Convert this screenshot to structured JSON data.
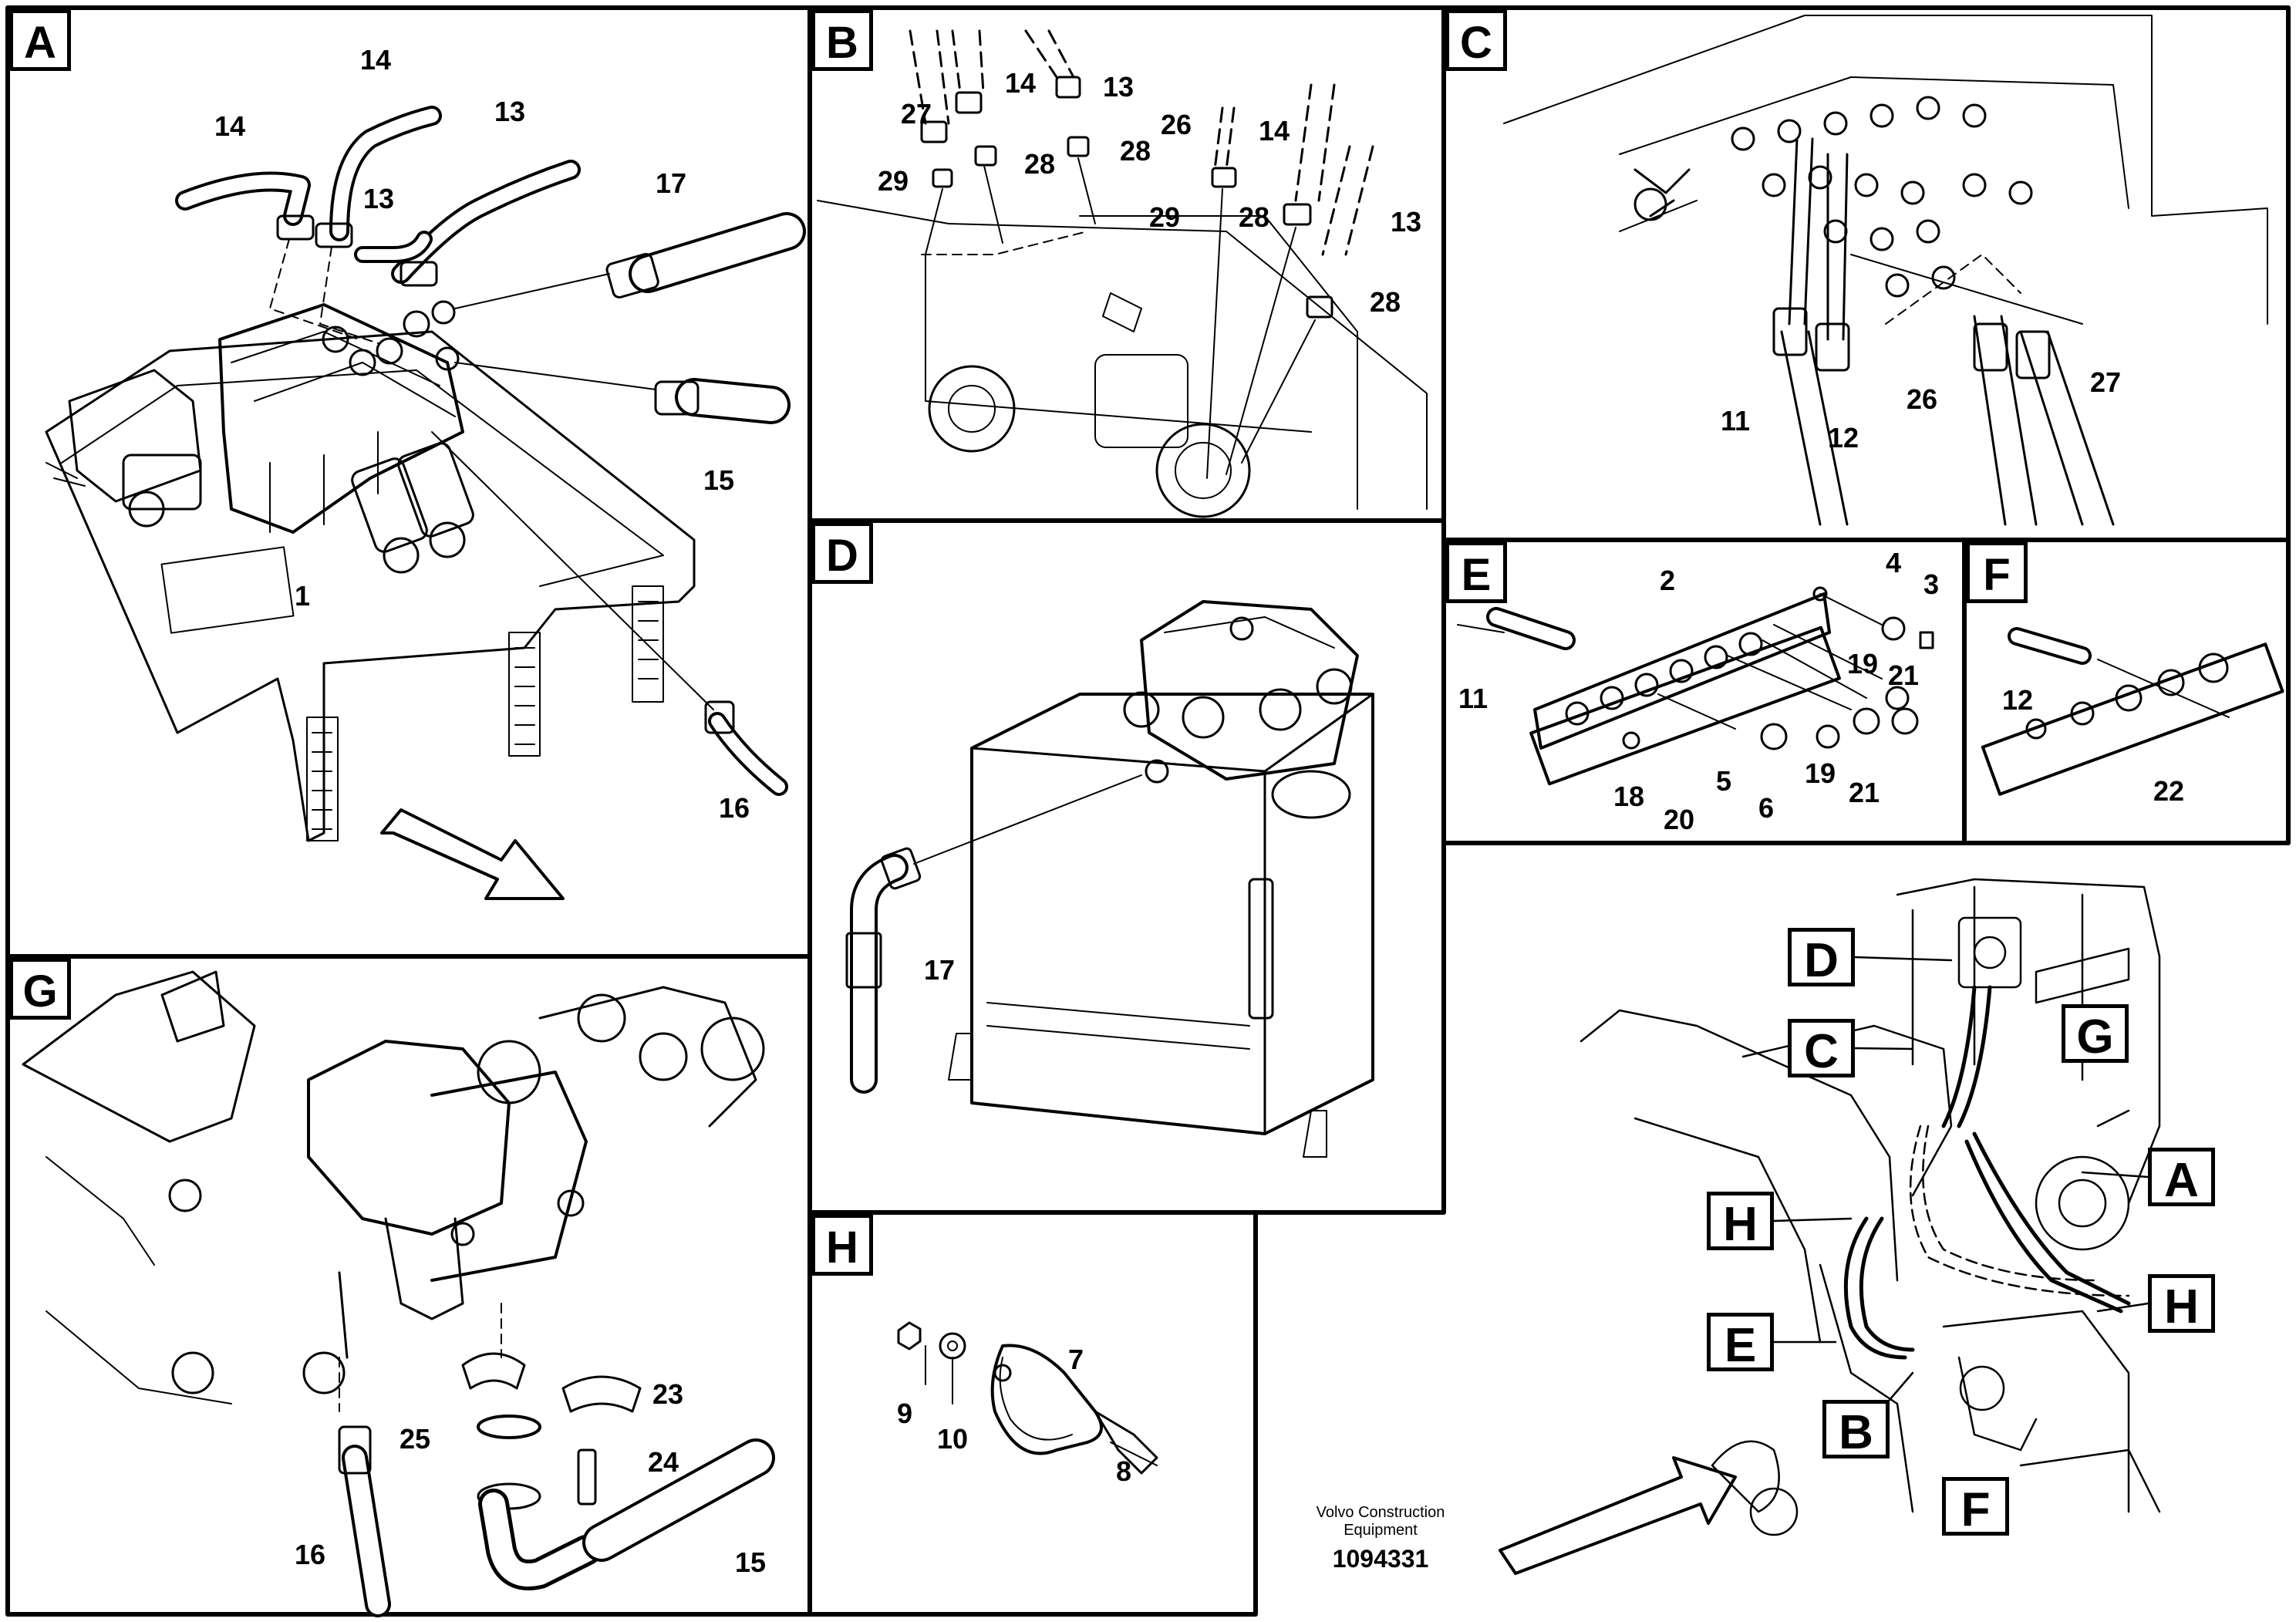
{
  "panels": [
    {
      "id": "A",
      "label": "A"
    },
    {
      "id": "B",
      "label": "B"
    },
    {
      "id": "C",
      "label": "C"
    },
    {
      "id": "D",
      "label": "D"
    },
    {
      "id": "E",
      "label": "E"
    },
    {
      "id": "F",
      "label": "F"
    },
    {
      "id": "G",
      "label": "G"
    },
    {
      "id": "H",
      "label": "H"
    }
  ],
  "callouts": {
    "A": [
      "14",
      "14",
      "13",
      "13",
      "17",
      "15",
      "1",
      "16"
    ],
    "B": [
      "27",
      "14",
      "13",
      "29",
      "28",
      "28",
      "26",
      "14",
      "29",
      "28",
      "13",
      "28"
    ],
    "C": [
      "11",
      "12",
      "26",
      "27"
    ],
    "D": [
      "17"
    ],
    "E": [
      "2",
      "4",
      "3",
      "11",
      "19",
      "21",
      "5",
      "19",
      "21",
      "18",
      "20",
      "6"
    ],
    "F": [
      "12",
      "22"
    ],
    "G": [
      "23",
      "25",
      "24",
      "16",
      "15"
    ],
    "H": [
      "7",
      "9",
      "10",
      "8"
    ]
  },
  "overview_labels": [
    "D",
    "C",
    "G",
    "A",
    "H",
    "H",
    "E",
    "B",
    "F"
  ],
  "credit": {
    "line1": "Volvo Construction",
    "line2": "Equipment",
    "number": "1094331"
  },
  "colors": {
    "ink": "#000000",
    "paper": "#ffffff"
  }
}
